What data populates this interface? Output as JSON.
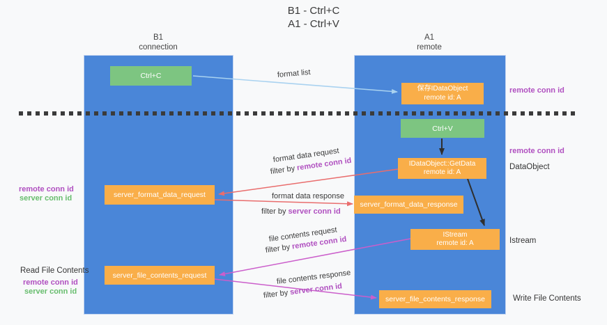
{
  "title": {
    "line1": "B1 - Ctrl+C",
    "line2": "A1 - Ctrl+V"
  },
  "lanes": {
    "left": {
      "name": "B1",
      "sub": "connection"
    },
    "right": {
      "name": "A1",
      "sub": "remote"
    }
  },
  "boxes": {
    "ctrl_c": {
      "label": "Ctrl+C"
    },
    "saved_idataobject": {
      "line1": "保存IDataObject",
      "line2": "remote id: A"
    },
    "ctrl_v": {
      "label": "Ctrl+V"
    },
    "idataobject_getdata": {
      "line1": "IDataObject::GetData",
      "line2": "remote id: A"
    },
    "server_format_data_request": {
      "label": "server_format_data_request"
    },
    "server_format_data_response": {
      "label": "server_format_data_response"
    },
    "istream": {
      "line1": "IStream",
      "line2": "remote id: A"
    },
    "server_file_contents_request": {
      "label": "server_file_contents_request"
    },
    "server_file_contents_response": {
      "label": "server_file_contents_response"
    }
  },
  "side_labels": {
    "left": {
      "remote_conn_id": "remote conn id",
      "server_conn_id": "server conn id",
      "read_file_contents": "Read File Contents",
      "remote_conn_id2": "remote conn id",
      "server_conn_id2": "server conn id"
    },
    "right": {
      "remote_conn_id_top": "remote conn id",
      "remote_conn_id_mid": "remote conn id",
      "dataobject": "DataObject",
      "istream": "Istream",
      "write_file_contents": "Write File Contents"
    }
  },
  "arrow_labels": {
    "format_list": "format list",
    "format_data_request": "format data request",
    "format_data_response": "format data response",
    "file_contents_request": "file contents request",
    "file_contents_response": "file contents response",
    "filter_prefix": "filter by ",
    "remote_conn_id": "remote conn id",
    "server_conn_id": "server conn id"
  },
  "colors": {
    "lane_blue": "#4a86d8",
    "box_orange": "#f9ae49",
    "box_green": "#7dc581",
    "arrow_red": "#e96d6d",
    "arrow_magenta": "#cb5ecb",
    "arrow_blue": "#a9d2f0",
    "label_purple": "#b050c0",
    "label_green": "#68bd6e",
    "background": "#f8f9fa"
  }
}
